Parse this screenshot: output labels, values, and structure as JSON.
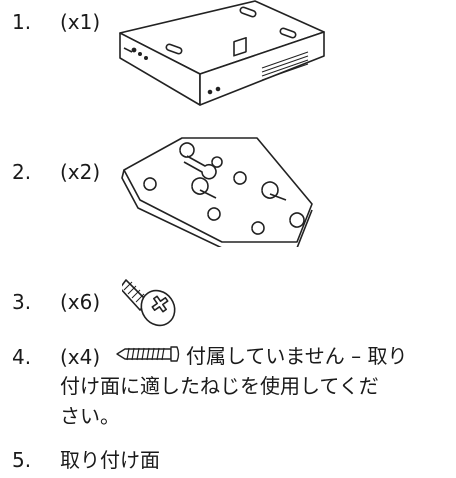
{
  "items": [
    {
      "number": "1.",
      "qty": "(x1)",
      "figure": "device-icon"
    },
    {
      "number": "2.",
      "qty": "(x2)",
      "figure": "mounting-plate-icon"
    },
    {
      "number": "3.",
      "qty": "(x6)",
      "figure": "screw-icon"
    },
    {
      "number": "4.",
      "qty": "(x4)",
      "figure": "wood-screw-icon",
      "lines": [
        "付属していません – 取り",
        "付け面に適したねじを使用してくだ",
        "さい。"
      ]
    },
    {
      "number": "5.",
      "label": "取り付け面"
    }
  ]
}
